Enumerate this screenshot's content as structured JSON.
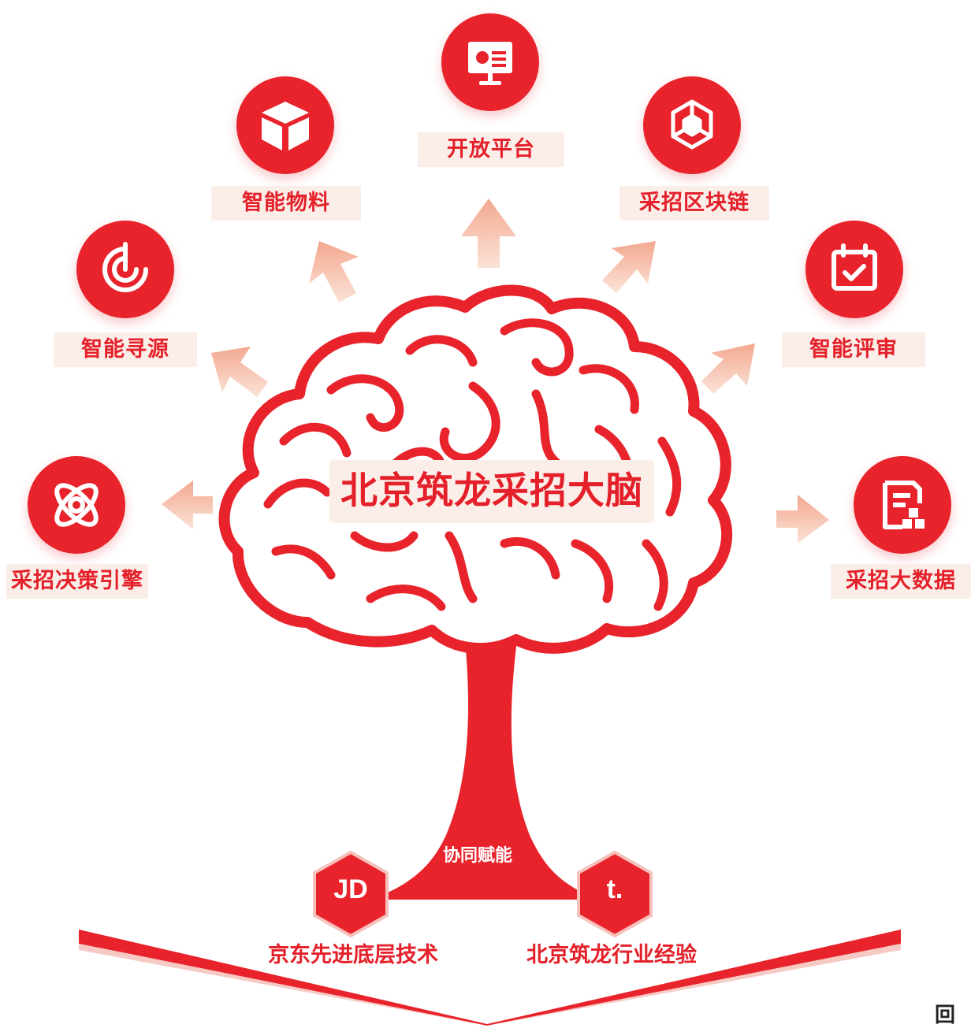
{
  "colors": {
    "accent": "#e8232b",
    "label_bg": "#fbeee8",
    "arrow": "#f4b49c"
  },
  "center": {
    "title": "北京筑龙采招大脑"
  },
  "nodes": [
    {
      "id": "decision",
      "label": "采招决策引擎",
      "icon": "atom-icon"
    },
    {
      "id": "sourcing",
      "label": "智能寻源",
      "icon": "target-icon"
    },
    {
      "id": "materials",
      "label": "智能物料",
      "icon": "box-icon"
    },
    {
      "id": "open",
      "label": "开放平台",
      "icon": "monitor-icon"
    },
    {
      "id": "blockchain",
      "label": "采招区块链",
      "icon": "cube-network-icon"
    },
    {
      "id": "review",
      "label": "智能评审",
      "icon": "calendar-check-icon"
    },
    {
      "id": "bigdata",
      "label": "采招大数据",
      "icon": "data-document-icon"
    }
  ],
  "roots": {
    "synergy": "协同赋能",
    "left": {
      "logo": "JD",
      "label": "京东先进底层技术"
    },
    "right": {
      "logo": "t.",
      "label": "北京筑龙行业经验"
    }
  },
  "corner_mark": "回"
}
